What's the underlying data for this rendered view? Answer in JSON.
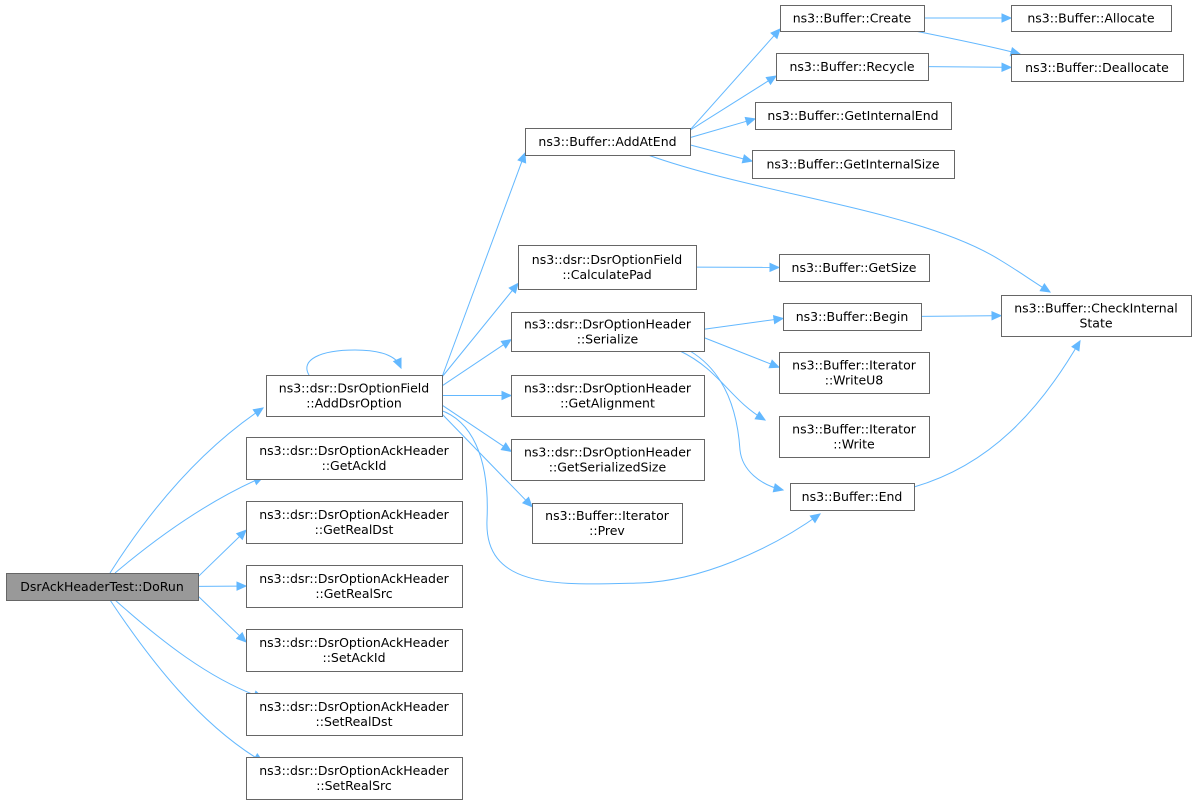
{
  "graph": {
    "edge_color": "#63b8ff",
    "node_border": "#666666",
    "root_fill": "#999999",
    "nodes": [
      {
        "id": "dorun",
        "lines": [
          "DsrAckHeaderTest::DoRun"
        ],
        "root": true
      },
      {
        "id": "adddsroption",
        "lines": [
          "ns3::dsr::DsrOptionField",
          "::AddDsrOption"
        ]
      },
      {
        "id": "getackid",
        "lines": [
          "ns3::dsr::DsrOptionAckHeader",
          "::GetAckId"
        ]
      },
      {
        "id": "getrealdst",
        "lines": [
          "ns3::dsr::DsrOptionAckHeader",
          "::GetRealDst"
        ]
      },
      {
        "id": "getrealsrc",
        "lines": [
          "ns3::dsr::DsrOptionAckHeader",
          "::GetRealSrc"
        ]
      },
      {
        "id": "setackid",
        "lines": [
          "ns3::dsr::DsrOptionAckHeader",
          "::SetAckId"
        ]
      },
      {
        "id": "setrealdst",
        "lines": [
          "ns3::dsr::DsrOptionAckHeader",
          "::SetRealDst"
        ]
      },
      {
        "id": "setrealsrc",
        "lines": [
          "ns3::dsr::DsrOptionAckHeader",
          "::SetRealSrc"
        ]
      },
      {
        "id": "addatend",
        "lines": [
          "ns3::Buffer::AddAtEnd"
        ]
      },
      {
        "id": "calculatepad",
        "lines": [
          "ns3::dsr::DsrOptionField",
          "::CalculatePad"
        ]
      },
      {
        "id": "serialize",
        "lines": [
          "ns3::dsr::DsrOptionHeader",
          "::Serialize"
        ]
      },
      {
        "id": "getalignment",
        "lines": [
          "ns3::dsr::DsrOptionHeader",
          "::GetAlignment"
        ]
      },
      {
        "id": "getserializedsize",
        "lines": [
          "ns3::dsr::DsrOptionHeader",
          "::GetSerializedSize"
        ]
      },
      {
        "id": "prev",
        "lines": [
          "ns3::Buffer::Iterator",
          "::Prev"
        ]
      },
      {
        "id": "create",
        "lines": [
          "ns3::Buffer::Create"
        ]
      },
      {
        "id": "recycle",
        "lines": [
          "ns3::Buffer::Recycle"
        ]
      },
      {
        "id": "getinternalend",
        "lines": [
          "ns3::Buffer::GetInternalEnd"
        ]
      },
      {
        "id": "getinternalsize",
        "lines": [
          "ns3::Buffer::GetInternalSize"
        ]
      },
      {
        "id": "getsize",
        "lines": [
          "ns3::Buffer::GetSize"
        ]
      },
      {
        "id": "begin",
        "lines": [
          "ns3::Buffer::Begin"
        ]
      },
      {
        "id": "writeu8",
        "lines": [
          "ns3::Buffer::Iterator",
          "::WriteU8"
        ]
      },
      {
        "id": "write",
        "lines": [
          "ns3::Buffer::Iterator",
          "::Write"
        ]
      },
      {
        "id": "end",
        "lines": [
          "ns3::Buffer::End"
        ]
      },
      {
        "id": "allocate",
        "lines": [
          "ns3::Buffer::Allocate"
        ]
      },
      {
        "id": "deallocate",
        "lines": [
          "ns3::Buffer::Deallocate"
        ]
      },
      {
        "id": "checkinternalstate",
        "lines": [
          "ns3::Buffer::CheckInternal",
          "State"
        ]
      }
    ],
    "edges": [
      [
        "dorun",
        "adddsroption"
      ],
      [
        "dorun",
        "getackid"
      ],
      [
        "dorun",
        "getrealdst"
      ],
      [
        "dorun",
        "getrealsrc"
      ],
      [
        "dorun",
        "setackid"
      ],
      [
        "dorun",
        "setrealdst"
      ],
      [
        "dorun",
        "setrealsrc"
      ],
      [
        "adddsroption",
        "adddsroption"
      ],
      [
        "adddsroption",
        "addatend"
      ],
      [
        "adddsroption",
        "calculatepad"
      ],
      [
        "adddsroption",
        "serialize"
      ],
      [
        "adddsroption",
        "getalignment"
      ],
      [
        "adddsroption",
        "getserializedsize"
      ],
      [
        "adddsroption",
        "prev"
      ],
      [
        "adddsroption",
        "end"
      ],
      [
        "addatend",
        "create"
      ],
      [
        "addatend",
        "recycle"
      ],
      [
        "addatend",
        "getinternalend"
      ],
      [
        "addatend",
        "getinternalsize"
      ],
      [
        "addatend",
        "checkinternalstate"
      ],
      [
        "create",
        "allocate"
      ],
      [
        "create",
        "deallocate"
      ],
      [
        "recycle",
        "deallocate"
      ],
      [
        "calculatepad",
        "getsize"
      ],
      [
        "serialize",
        "begin"
      ],
      [
        "serialize",
        "writeu8"
      ],
      [
        "serialize",
        "write"
      ],
      [
        "serialize",
        "end"
      ],
      [
        "begin",
        "checkinternalstate"
      ],
      [
        "end",
        "checkinternalstate"
      ]
    ]
  }
}
